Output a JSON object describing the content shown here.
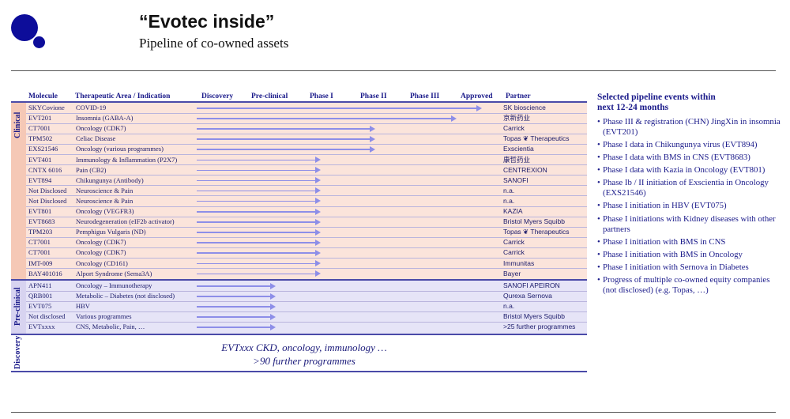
{
  "header": {
    "title": "“Evotec inside”",
    "subtitle": "Pipeline of co-owned assets"
  },
  "columns": {
    "molecule": "Molecule",
    "area": "Therapeutic Area / Indication",
    "discovery": "Discovery",
    "preclinical": "Pre-clinical",
    "phase1": "Phase I",
    "phase2": "Phase II",
    "phase3": "Phase III",
    "approved": "Approved",
    "partner": "Partner"
  },
  "sections": {
    "clinical": "Clinical",
    "preclinical": "Pre-clinical",
    "discovery": "Discovery"
  },
  "clinical_rows": [
    {
      "molecule": "SKYCovione",
      "area": "COVID-19",
      "stage": "Approved",
      "partner": "SK bioscience"
    },
    {
      "molecule": "EVT201",
      "area": "Insomnia (GABA-A)",
      "stage": "Phase III",
      "partner": "京新药业"
    },
    {
      "molecule": "CT7001",
      "area": "Oncology (CDK7)",
      "stage": "Phase II",
      "partner": "Carrick"
    },
    {
      "molecule": "TPM502",
      "area": "Celiac Disease",
      "stage": "Phase II",
      "partner": "Topas ❦ Therapeutics"
    },
    {
      "molecule": "EXS21546",
      "area": "Oncology (various programmes)",
      "stage": "Phase II",
      "partner": "Exscientia"
    },
    {
      "molecule": "EVT401",
      "area": "Immunology & Inflammation (P2X7)",
      "stage": "Phase I",
      "partner": "康哲药业"
    },
    {
      "molecule": "CNTX 6016",
      "area": "Pain (CB2)",
      "stage": "Phase I",
      "partner": "CENTREXION"
    },
    {
      "molecule": "EVT894",
      "area": "Chikungunya (Antibody)",
      "stage": "Phase I",
      "partner": "SANOFI"
    },
    {
      "molecule": "Not Disclosed",
      "area": "Neuroscience & Pain",
      "stage": "Phase I",
      "partner": "n.a."
    },
    {
      "molecule": "Not Disclosed",
      "area": "Neuroscience & Pain",
      "stage": "Phase I",
      "partner": "n.a."
    },
    {
      "molecule": "EVT801",
      "area": "Oncology (VEGFR3)",
      "stage": "Phase I",
      "partner": "KAZIA"
    },
    {
      "molecule": "EVT8683",
      "area": "Neurodegeneration (eIF2b activator)",
      "stage": "Phase I",
      "partner": "Bristol Myers Squibb"
    },
    {
      "molecule": "TPM203",
      "area": "Pemphigus Vulgaris (ND)",
      "stage": "Phase I",
      "partner": "Topas ❦ Therapeutics"
    },
    {
      "molecule": "CT7001",
      "area": "Oncology (CDK7)",
      "stage": "Phase I",
      "partner": "Carrick"
    },
    {
      "molecule": "CT7001",
      "area": "Oncology (CDK7)",
      "stage": "Phase I",
      "partner": "Carrick"
    },
    {
      "molecule": "IMT-009",
      "area": "Oncology (CD161)",
      "stage": "Phase I",
      "partner": "Immunitas"
    },
    {
      "molecule": "BAY401016",
      "area": "Alport Syndrome (Sema3A)",
      "stage": "Phase I",
      "partner": "Bayer"
    }
  ],
  "preclinical_rows": [
    {
      "molecule": "APN411",
      "area": "Oncology – Immunotherapy",
      "stage": "Pre-clinical",
      "partner": "SANOFI  APEIRON"
    },
    {
      "molecule": "QRB001",
      "area": "Metabolic – Diabetes (not disclosed)",
      "stage": "Pre-clinical",
      "partner": "Qurexa  Sernova"
    },
    {
      "molecule": "EVT075",
      "area": "HBV",
      "stage": "Pre-clinical",
      "partner": "n.a."
    },
    {
      "molecule": "Not disclosed",
      "area": "Various programmes",
      "stage": "Pre-clinical",
      "partner": "Bristol Myers Squibb"
    },
    {
      "molecule": "EVTxxxx",
      "area": "CNS, Metabolic, Pain, …",
      "stage": "Pre-clinical",
      "partner": ">25 further programmes"
    }
  ],
  "discovery": {
    "line1": "EVTxxx CKD, oncology, immunology …",
    "line2": ">90 further programmes"
  },
  "right_panel": {
    "title_line1": "Selected pipeline events within",
    "title_line2": "next 12-24 months",
    "items": [
      "Phase III & registration (CHN) JingXin in insomnia (EVT201)",
      "Phase I data in Chikungunya virus (EVT894)",
      "Phase I data with BMS in CNS (EVT8683)",
      "Phase I data with Kazia in Oncology (EVT801)",
      "Phase Ib / II initiation of Exscientia in Oncology (EXS21546)",
      "Phase I initiation in HBV (EVT075)",
      "Phase I initiations with Kidney diseases with other partners",
      "Phase I initiation with BMS in CNS",
      "Phase I initiation with BMS in Oncology",
      "Phase I initiation with Sernova in Diabetes",
      "Progress of multiple co-owned equity companies (not disclosed) (e.g. Topas, …)"
    ]
  },
  "colors": {
    "brand_blue": "#0d0d9a",
    "clinical_band": "#fbe4db",
    "preclinical_band": "#e6e4f7",
    "arrow": "#8d8ee8",
    "text": "#1a1a8a"
  }
}
